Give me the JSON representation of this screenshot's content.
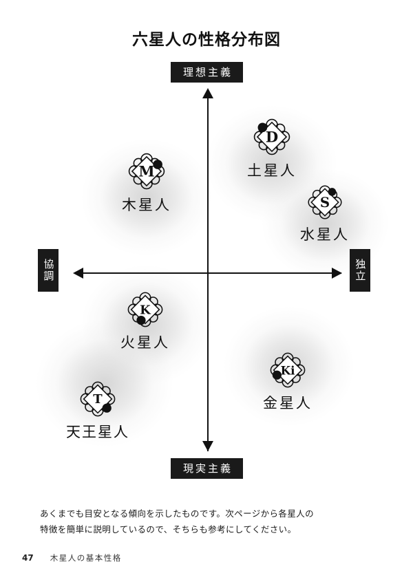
{
  "page": {
    "number": "47",
    "running_title": "木星人の基本性格"
  },
  "chart_title": "六星人の性格分布図",
  "axis_labels": {
    "top": "理想主義",
    "bottom": "現実主義",
    "left": "協調",
    "right": "独立"
  },
  "note_lines": [
    "あくまでも目安となる傾向を示したものです。次ページから各星人の",
    "特徴を簡単に説明しているので、そちらも参考にしてください。"
  ],
  "chart_data": {
    "type": "scatter",
    "title": "六星人の性格分布図",
    "xlabel": "協調 ↔ 独立",
    "ylabel": "現実主義 ↔ 理想主義",
    "xlim": [
      -1,
      1
    ],
    "ylim": [
      -1,
      1
    ],
    "grid": false,
    "legend": "none",
    "axis_endpoints": {
      "x_negative": "協調",
      "x_positive": "独立",
      "y_positive": "理想主義",
      "y_negative": "現実主義"
    },
    "points": [
      {
        "name": "木星人",
        "emblem": "M",
        "x": -0.44,
        "y": 0.48,
        "quadrant": "協調・理想主義"
      },
      {
        "name": "土星人",
        "emblem": "D",
        "x": 0.25,
        "y": 0.7,
        "quadrant": "独立・理想主義"
      },
      {
        "name": "水星人",
        "emblem": "S",
        "x": 0.62,
        "y": 0.34,
        "quadrant": "独立・理想主義"
      },
      {
        "name": "火星人",
        "emblem": "K",
        "x": -0.42,
        "y": -0.32,
        "quadrant": "協調・現実主義"
      },
      {
        "name": "金星人",
        "emblem": "Ki",
        "x": 0.38,
        "y": -0.62,
        "quadrant": "独立・現実主義"
      },
      {
        "name": "天王星人",
        "emblem": "T",
        "x": -0.7,
        "y": -0.78,
        "quadrant": "協調・現実主義"
      }
    ]
  },
  "stars": [
    {
      "name": "木星人",
      "emblem": "M"
    },
    {
      "name": "土星人",
      "emblem": "D"
    },
    {
      "name": "水星人",
      "emblem": "S"
    },
    {
      "name": "火星人",
      "emblem": "K"
    },
    {
      "name": "金星人",
      "emblem": "Ki"
    },
    {
      "name": "天王星人",
      "emblem": "T"
    }
  ]
}
